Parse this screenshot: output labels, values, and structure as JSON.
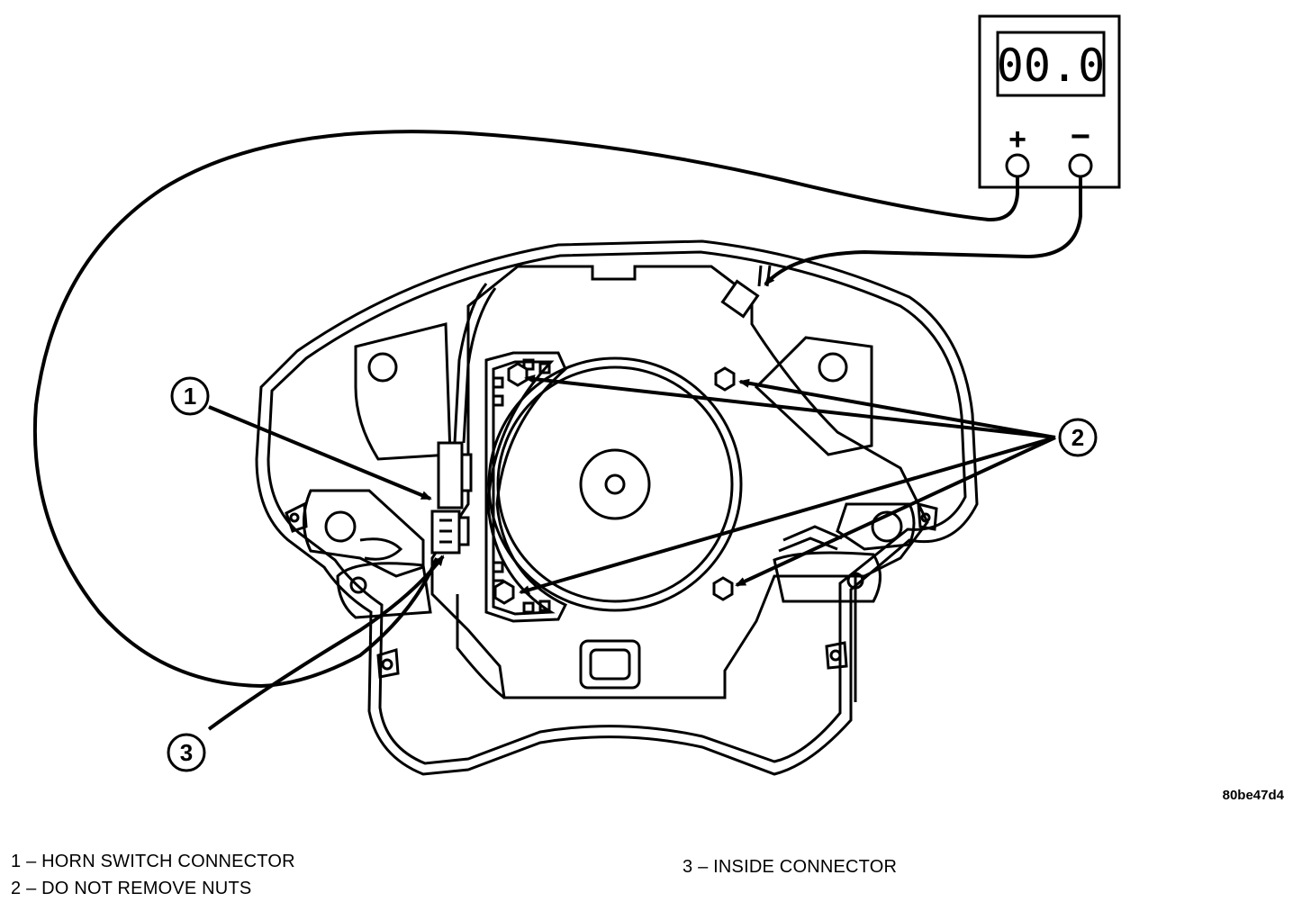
{
  "meter": {
    "reading": "00.0",
    "positive_label": "+",
    "negative_label": "−"
  },
  "callouts": [
    {
      "number": "1"
    },
    {
      "number": "2"
    },
    {
      "number": "3"
    }
  ],
  "figure_code": "80be47d4",
  "legend": [
    {
      "number": "1",
      "text": "1  –  HORN SWITCH CONNECTOR"
    },
    {
      "number": "2",
      "text": "2  –  DO NOT REMOVE NUTS"
    },
    {
      "number": "3",
      "text": "3  –  INSIDE CONNECTOR"
    }
  ]
}
